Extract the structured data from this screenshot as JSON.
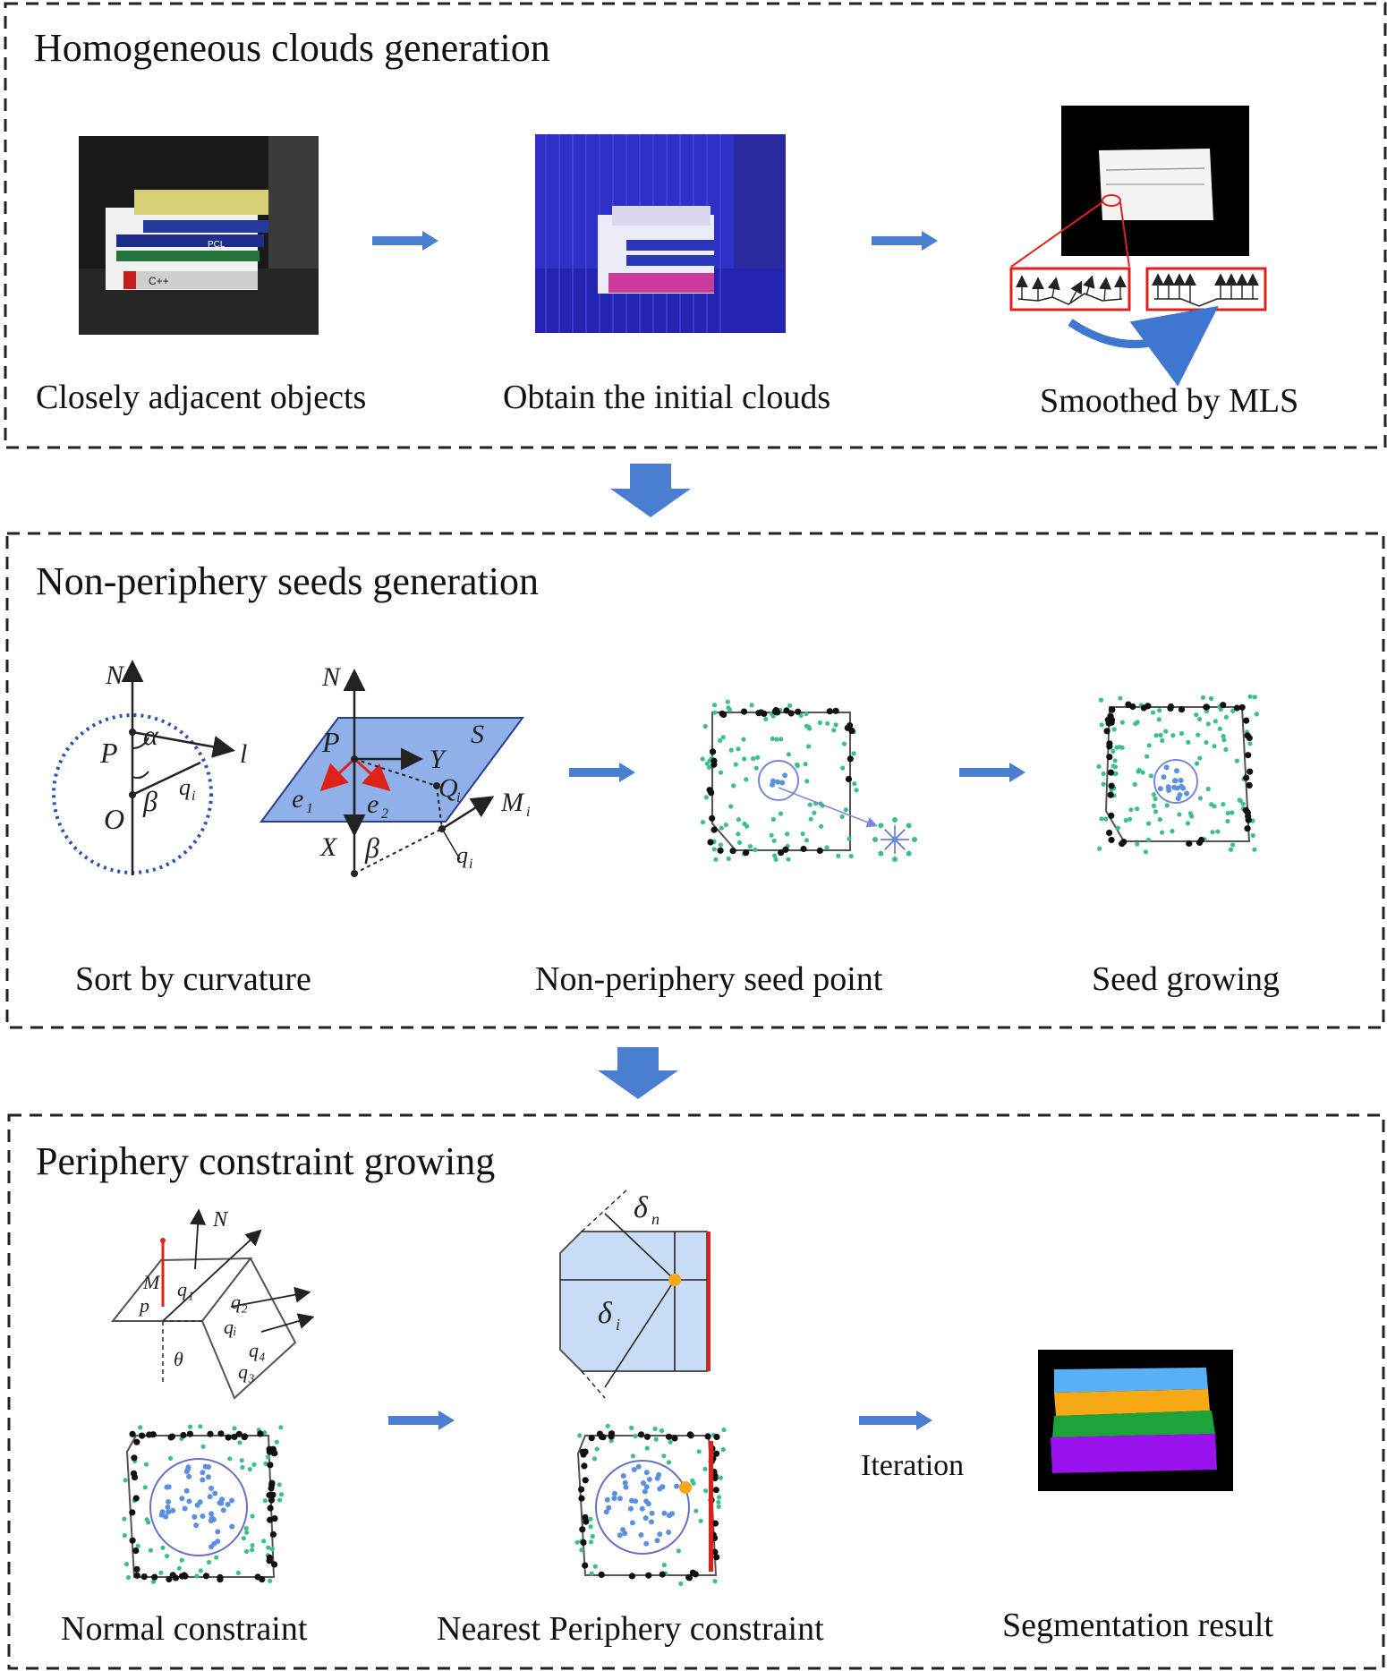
{
  "sections": {
    "homogeneous": {
      "title": "Homogeneous  clouds generation",
      "captions": [
        "Closely adjacent  objects",
        "Obtain the initial clouds",
        "Smoothed by MLS"
      ],
      "book_label": "C++",
      "book_label_2": "PCL"
    },
    "non_periphery": {
      "title": "Non-periphery seeds generation",
      "captions": [
        "Sort by curvature",
        "Non-periphery seed point",
        "Seed growing"
      ],
      "symbols": {
        "N": "N",
        "P": "P",
        "alpha": "α",
        "beta": "β",
        "O": "O",
        "l": "l",
        "qi": "q",
        "i_sub": "i",
        "S": "S",
        "Y": "Y",
        "X": "X",
        "Qi": "Q",
        "Mi": "M",
        "e1": "e",
        "e2": "e",
        "one_sub": "1",
        "two_sub": "2"
      }
    },
    "periphery": {
      "title": "Periphery constraint growing",
      "captions": [
        "Normal constraint",
        "Nearest Periphery constraint",
        "Segmentation result"
      ],
      "iteration_label": "Iteration",
      "symbols": {
        "N": "N",
        "M": "M",
        "p": "p",
        "q1": "q₁",
        "q2": "q₂",
        "qi": "qᵢ",
        "q4": "q₄",
        "q3": "q₃",
        "theta": "θ",
        "delta_n": "δ",
        "n_sub": "n",
        "delta_i": "δ",
        "i_sub": "i"
      }
    }
  },
  "colors": {
    "arrow_blue": "#4a7fd0",
    "plane_blue": "#8fb0e8",
    "seed_green": "#3dbf8c",
    "seed_blue": "#5b8fe0",
    "boundary_black": "#111111",
    "highlight_red": "#e0201a",
    "highlight_orange": "#f4a81a",
    "seg_colors": [
      "#5ab0f5",
      "#f6a914",
      "#1ea33b",
      "#9a12ee"
    ]
  }
}
